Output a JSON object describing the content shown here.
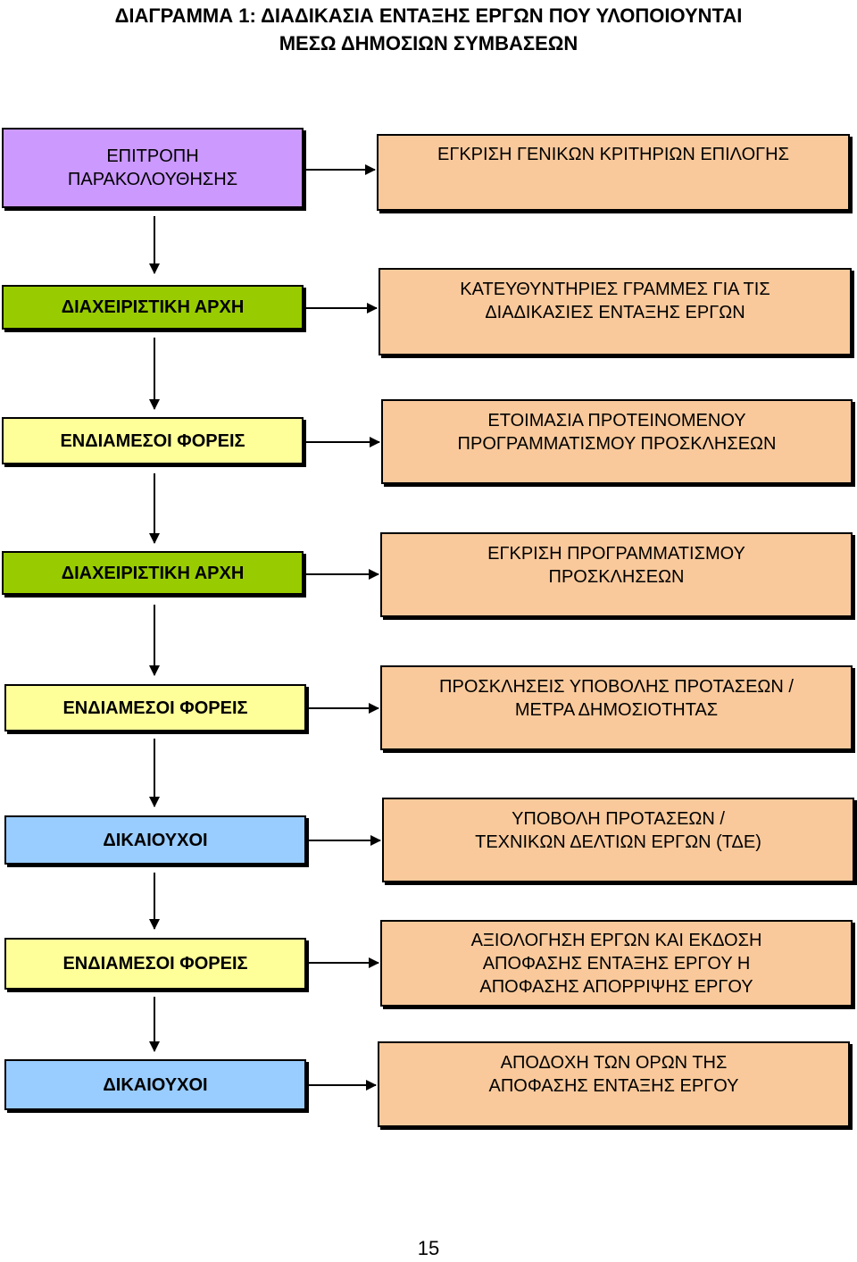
{
  "title": {
    "line1": "ΔΙΑΓΡΑΜΜΑ 1: ΔΙΑΔΙΚΑΣΙΑ ΕΝΤΑΞΗΣ ΕΡΓΩΝ ΠΟΥ ΥΛΟΠΟΙΟΥΝΤΑΙ",
    "line2": "ΜΕΣΩ ΔΗΜΟΣΙΩΝ ΣΥΜΒΑΣΕΩΝ"
  },
  "colors": {
    "committee": "#CC99FF",
    "managing_authority": "#99CC00",
    "intermediate_bodies": "#FFFF99",
    "beneficiaries": "#99CCFF",
    "task": "#F9C99B"
  },
  "steps": [
    {
      "actor": [
        "ΕΠΙΤΡΟΠΗ",
        "ΠΑΡΑΚΟΛΟΥΘΗΣΗΣ"
      ],
      "task": [
        "ΕΓΚΡΙΣΗ ΓΕΝΙΚΩΝ ΚΡΙΤΗΡΙΩΝ ΕΠΙΛΟΓΗΣ"
      ]
    },
    {
      "actor": [
        "ΔΙΑΧΕΙΡΙΣΤΙΚΗ ΑΡΧΗ"
      ],
      "task": [
        "ΚΑΤΕΥΘΥΝΤΗΡΙΕΣ ΓΡΑΜΜΕΣ ΓΙΑ ΤΙΣ",
        "ΔΙΑΔΙΚΑΣΙΕΣ ΕΝΤΑΞΗΣ ΕΡΓΩΝ"
      ]
    },
    {
      "actor": [
        "ΕΝΔΙΑΜΕΣΟΙ ΦΟΡΕΙΣ"
      ],
      "task": [
        "ΕΤΟΙΜΑΣΙΑ ΠΡΟΤΕΙΝΟΜΕΝΟΥ",
        "ΠΡΟΓΡΑΜΜΑΤΙΣΜΟΥ ΠΡΟΣΚΛΗΣΕΩΝ"
      ]
    },
    {
      "actor": [
        "ΔΙΑΧΕΙΡΙΣΤΙΚΗ ΑΡΧΗ"
      ],
      "task": [
        "ΕΓΚΡΙΣΗ ΠΡΟΓΡΑΜΜΑΤΙΣΜΟΥ",
        "ΠΡΟΣΚΛΗΣΕΩΝ"
      ]
    },
    {
      "actor": [
        "ΕΝΔΙΑΜΕΣΟΙ ΦΟΡΕΙΣ"
      ],
      "task": [
        "ΠΡΟΣΚΛΗΣΕΙΣ ΥΠΟΒΟΛΗΣ ΠΡΟΤΑΣΕΩΝ /",
        "ΜΕΤΡΑ ΔΗΜΟΣΙΟΤΗΤΑΣ"
      ]
    },
    {
      "actor": [
        "ΔΙΚΑΙΟΥΧΟΙ"
      ],
      "task": [
        "ΥΠΟΒΟΛΗ ΠΡΟΤΑΣΕΩΝ /",
        "ΤΕΧΝΙΚΩΝ ΔΕΛΤΙΩΝ ΕΡΓΩΝ (ΤΔΕ)"
      ]
    },
    {
      "actor": [
        "ΕΝΔΙΑΜΕΣΟΙ ΦΟΡΕΙΣ"
      ],
      "task": [
        "ΑΞΙΟΛΟΓΗΣΗ ΕΡΓΩΝ ΚΑΙ ΕΚΔΟΣΗ",
        "ΑΠΟΦΑΣΗΣ ΕΝΤΑΞΗΣ ΕΡΓΟΥ Η",
        "ΑΠΟΦΑΣΗΣ ΑΠΟΡΡΙΨΗΣ ΕΡΓΟΥ"
      ]
    },
    {
      "actor": [
        "ΔΙΚΑΙΟΥΧΟΙ"
      ],
      "task": [
        "ΑΠΟΔΟΧΗ ΤΩΝ ΟΡΩΝ ΤΗΣ",
        "ΑΠΟΦΑΣΗΣ ΕΝΤΑΞΗΣ ΕΡΓΟΥ"
      ]
    }
  ],
  "page_number": "15"
}
